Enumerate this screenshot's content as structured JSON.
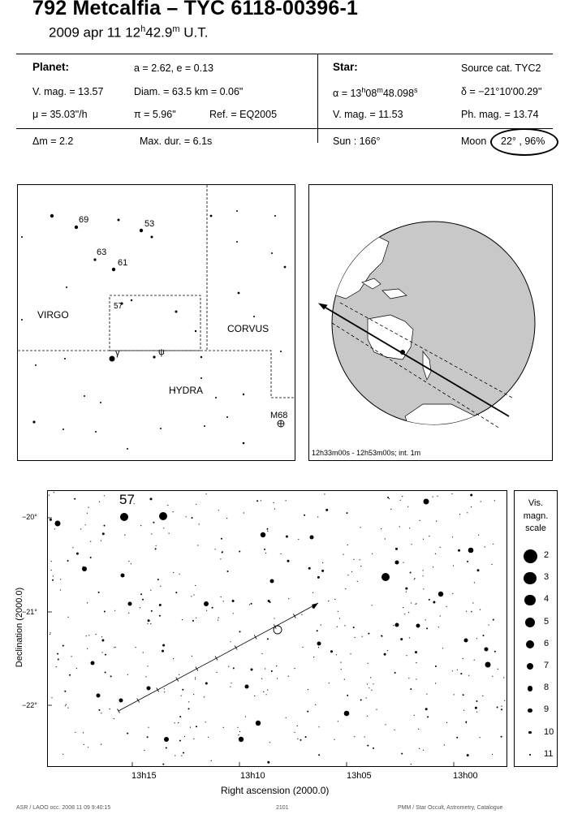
{
  "header": {
    "title": "792 Metcalfia  –  TYC 6118-00396-1",
    "date_prefix": "2009 apr 11  12",
    "date_h": "h",
    "date_min": "42.9",
    "date_m": "m",
    "date_suffix": " U.T."
  },
  "planet": {
    "heading": "Planet:",
    "orbit": "a = 2.62, e = 0.13",
    "vmag": "V. mag. = 13.57",
    "diam": "Diam. = 63.5 km = 0.06\"",
    "mu": "μ = 35.03\"/h",
    "pi": "π =  5.96\"",
    "ref": "Ref. = EQ2005"
  },
  "star": {
    "heading": "Star:",
    "source": "Source cat.  TYC2",
    "ra_prefix": "α = 13",
    "ra_h": "h",
    "ra_m_val": "08",
    "ra_m": "m",
    "ra_s_val": "48.098",
    "ra_s": "s",
    "dec": "δ = −21°10'00.29\"",
    "vmag": "V. mag. = 11.53",
    "phmag": "Ph. mag. = 13.74"
  },
  "event": {
    "dm": "Δm = 2.2",
    "maxdur": "Max. dur. = 6.1s",
    "sun": "Sun : 166°",
    "moon_label": "Moon",
    "moon_value": "22° , 96%"
  },
  "finder": {
    "constellations": [
      "VIRGO",
      "CORVUS",
      "HYDRA"
    ],
    "star_labels": [
      "69",
      "53",
      "63",
      "61",
      "57"
    ],
    "greek": [
      "γ",
      "ψ"
    ],
    "cluster": "M68"
  },
  "globe": {
    "caption": "12h33m00s - 12h53m00s; int.  1m"
  },
  "chart": {
    "star_label": "57",
    "y_axis_title": "Declination (2000.0)",
    "x_axis_title": "Right ascension (2000.0)",
    "y_ticks": [
      "−20°",
      "−21°",
      "−22°"
    ],
    "x_ticks": [
      "13h15",
      "13h10",
      "13h05",
      "13h00"
    ]
  },
  "legend": {
    "title_line1": "Vis.",
    "title_line2": "magn.",
    "title_line3": "scale",
    "magnitudes": [
      "2",
      "3",
      "4",
      "5",
      "6",
      "7",
      "8",
      "9",
      "10",
      "11"
    ]
  },
  "footer": {
    "left": "ASR / LAOO  occ.  2008 11 09   9:40:15",
    "center": "2101",
    "right": "PMM / Star Occult, Astrometry, Catalogue"
  }
}
